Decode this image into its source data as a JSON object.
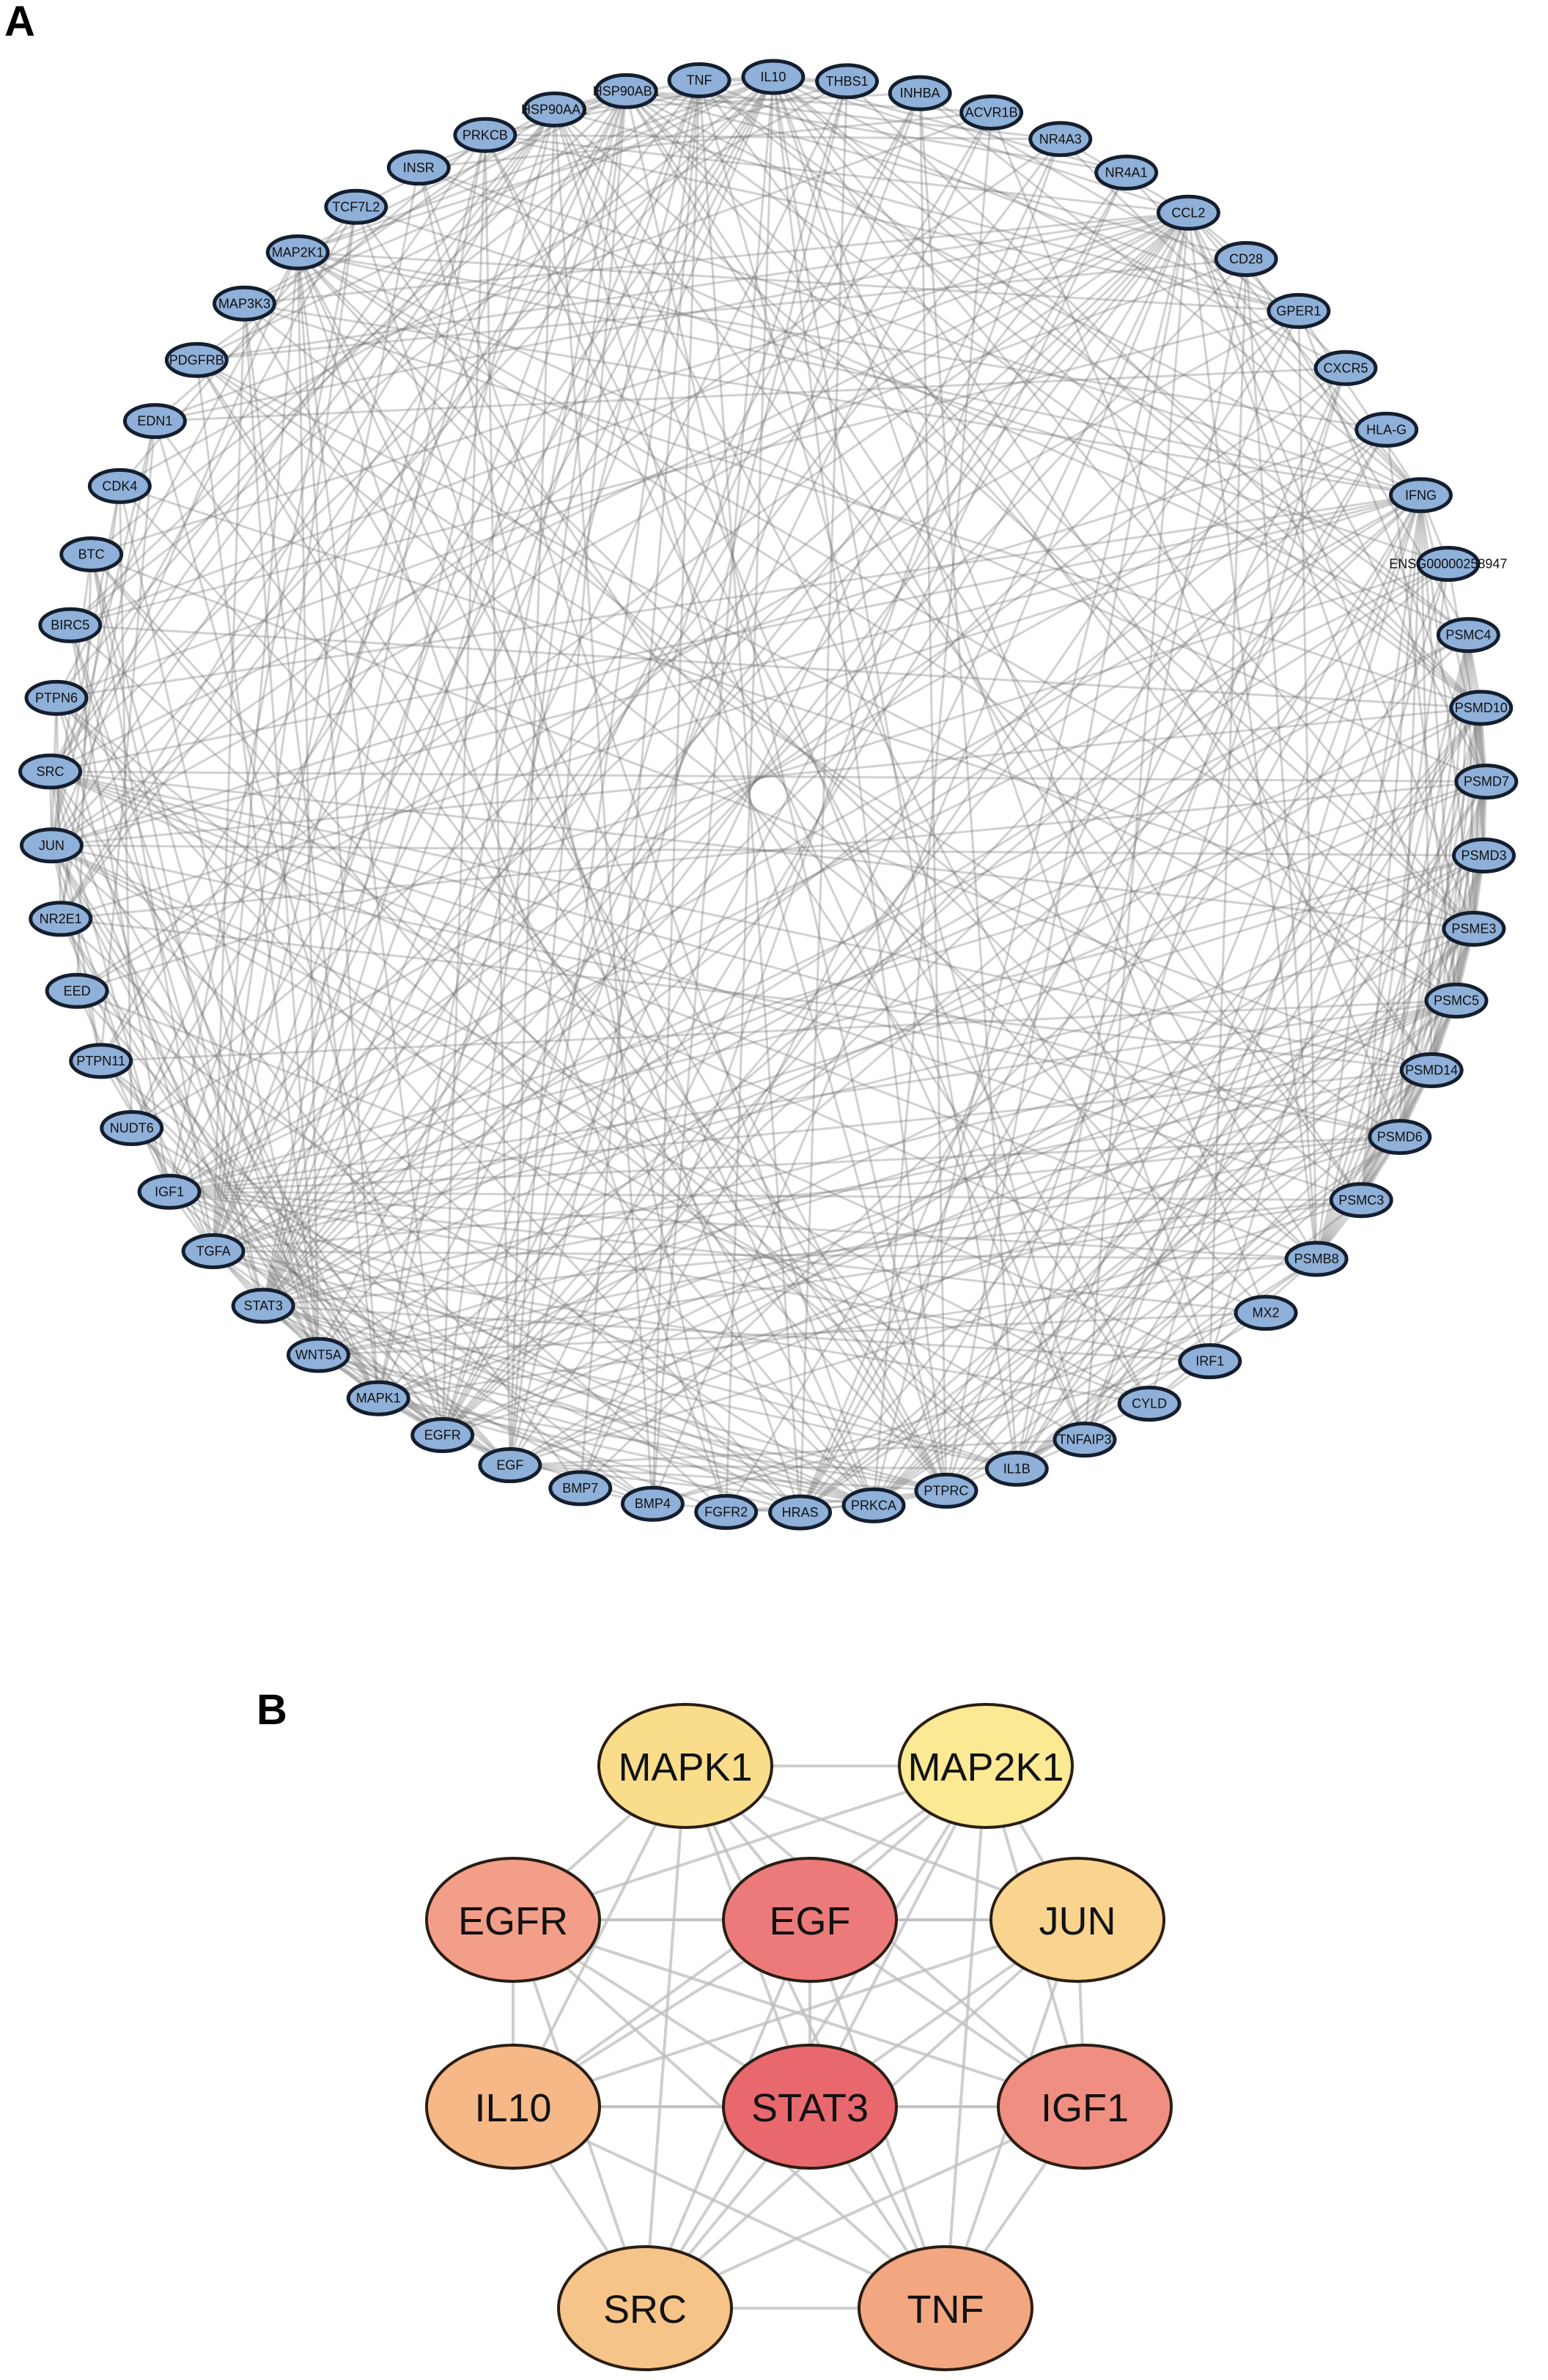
{
  "panels": {
    "a": {
      "label": "A",
      "nodes": [
        "TNF",
        "IL10",
        "THBS1",
        "INHBA",
        "ACVR1B",
        "NR4A3",
        "NR4A1",
        "CCL2",
        "CD28",
        "GPER1",
        "CXCR5",
        "HLA-G",
        "IFNG",
        "ENSG00000258947",
        "PSMC4",
        "PSMD10",
        "PSMD7",
        "PSMD3",
        "PSME3",
        "PSMC5",
        "PSMD14",
        "PSMD6",
        "PSMC3",
        "PSMB8",
        "MX2",
        "IRF1",
        "CYLD",
        "TNFAIP3",
        "IL1B",
        "PTPRC",
        "PRKCA",
        "HRAS",
        "FGFR2",
        "BMP4",
        "BMP7",
        "EGF",
        "EGFR",
        "MAPK1",
        "WNT5A",
        "STAT3",
        "TGFA",
        "IGF1",
        "NUDT6",
        "PTPN11",
        "EED",
        "NR2E1",
        "JUN",
        "SRC",
        "PTPN6",
        "BIRC5",
        "BTC",
        "CDK4",
        "EDN1",
        "PDGFRB",
        "MAP3K3",
        "MAP2K1",
        "TCF7L2",
        "INSR",
        "PRKCB",
        "HSP90AA1",
        "HSP90AB1"
      ],
      "node_fill": "#8fb0d8",
      "node_stroke": "#141e2e",
      "edge_color": "#6f6f6f"
    },
    "b": {
      "label": "B",
      "nodes": [
        {
          "id": "MAPK1",
          "color": "#f9dd8a"
        },
        {
          "id": "MAP2K1",
          "color": "#fbe993"
        },
        {
          "id": "EGFR",
          "color": "#f29e89"
        },
        {
          "id": "EGF",
          "color": "#ec7a7a"
        },
        {
          "id": "JUN",
          "color": "#f9d48e"
        },
        {
          "id": "IL10",
          "color": "#f6b886"
        },
        {
          "id": "STAT3",
          "color": "#e9686e"
        },
        {
          "id": "IGF1",
          "color": "#f08e82"
        },
        {
          "id": "SRC",
          "color": "#f6c488"
        },
        {
          "id": "TNF",
          "color": "#f3a781"
        }
      ],
      "edges": [
        [
          "MAPK1",
          "MAP2K1"
        ],
        [
          "MAPK1",
          "EGFR"
        ],
        [
          "MAPK1",
          "EGF"
        ],
        [
          "MAPK1",
          "JUN"
        ],
        [
          "MAPK1",
          "IL10"
        ],
        [
          "MAPK1",
          "STAT3"
        ],
        [
          "MAPK1",
          "IGF1"
        ],
        [
          "MAPK1",
          "SRC"
        ],
        [
          "MAPK1",
          "TNF"
        ],
        [
          "MAP2K1",
          "EGFR"
        ],
        [
          "MAP2K1",
          "EGF"
        ],
        [
          "MAP2K1",
          "JUN"
        ],
        [
          "MAP2K1",
          "STAT3"
        ],
        [
          "MAP2K1",
          "IGF1"
        ],
        [
          "MAP2K1",
          "SRC"
        ],
        [
          "MAP2K1",
          "TNF"
        ],
        [
          "MAP2K1",
          "IL10"
        ],
        [
          "EGFR",
          "EGF"
        ],
        [
          "EGFR",
          "JUN"
        ],
        [
          "EGFR",
          "IL10"
        ],
        [
          "EGFR",
          "STAT3"
        ],
        [
          "EGFR",
          "IGF1"
        ],
        [
          "EGFR",
          "SRC"
        ],
        [
          "EGFR",
          "TNF"
        ],
        [
          "EGF",
          "JUN"
        ],
        [
          "EGF",
          "IL10"
        ],
        [
          "EGF",
          "STAT3"
        ],
        [
          "EGF",
          "IGF1"
        ],
        [
          "EGF",
          "SRC"
        ],
        [
          "EGF",
          "TNF"
        ],
        [
          "JUN",
          "IL10"
        ],
        [
          "JUN",
          "STAT3"
        ],
        [
          "JUN",
          "IGF1"
        ],
        [
          "JUN",
          "SRC"
        ],
        [
          "JUN",
          "TNF"
        ],
        [
          "IL10",
          "STAT3"
        ],
        [
          "IL10",
          "IGF1"
        ],
        [
          "IL10",
          "SRC"
        ],
        [
          "IL10",
          "TNF"
        ],
        [
          "STAT3",
          "IGF1"
        ],
        [
          "STAT3",
          "SRC"
        ],
        [
          "STAT3",
          "TNF"
        ],
        [
          "IGF1",
          "SRC"
        ],
        [
          "IGF1",
          "TNF"
        ],
        [
          "SRC",
          "TNF"
        ]
      ],
      "edge_color": "#bdbdbd",
      "node_stroke": "#2a1e14"
    }
  }
}
